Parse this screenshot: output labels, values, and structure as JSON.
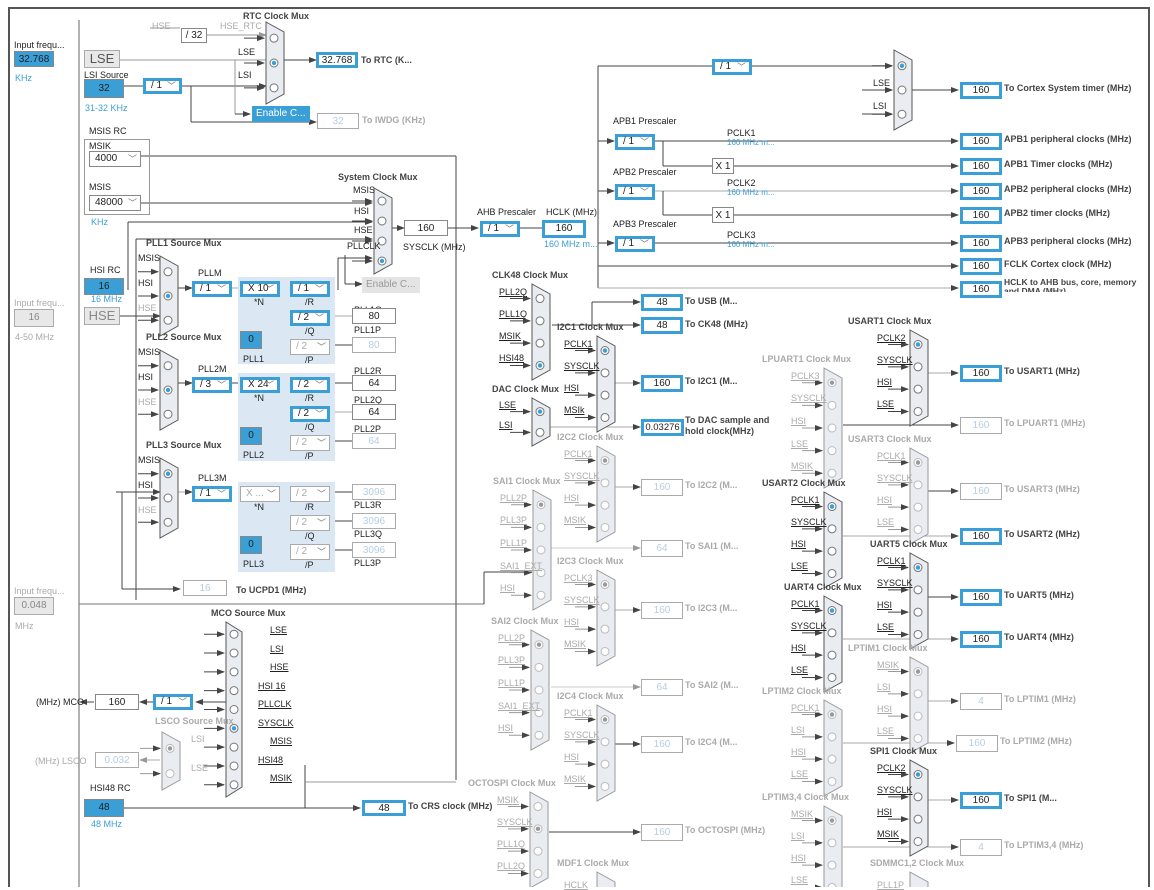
{
  "window": {
    "title": "Clock Configuration"
  },
  "left": {
    "lse_input": {
      "label": "Input frequ...",
      "value": "32.768",
      "unit": "KHz"
    },
    "lse_label": "LSE",
    "lsi_source": {
      "label": "LSI Source",
      "value": "32",
      "range": "31-32 KHz"
    },
    "msis_rc": {
      "label": "MSIS RC",
      "msik_label": "MSIK",
      "msik_value": "4000",
      "msis_label": "MSIS",
      "msis_value": "48000",
      "unit": "KHz"
    },
    "hsi_rc": {
      "label": "HSI RC",
      "value": "16",
      "freq": "16 MHz"
    },
    "hse_input": {
      "label": "Input frequ...",
      "value": "16",
      "range": "4-50 MHz"
    },
    "hse_label": "HSE",
    "lse_ext_input": {
      "label": "Input frequ...",
      "value": "0.048",
      "unit": "MHz"
    },
    "hsi48_rc": {
      "label": "HSI48 RC",
      "value": "48",
      "freq": "48 MHz"
    }
  },
  "rtc": {
    "title": "RTC Clock Mux",
    "hse_label": "HSE",
    "div32": "/ 32",
    "hse_rtc": "HSE_RTC",
    "lse_in": "LSE",
    "lsi_in": "LSI",
    "lsi_div": "/ 1",
    "enable_button": "Enable C...",
    "rtc_out": {
      "value": "32.768",
      "label": "To RTC (K..."
    },
    "iwdg_out": {
      "value": "32",
      "label": "To IWDG (KHz)"
    }
  },
  "sysclk": {
    "title": "System Clock Mux",
    "inputs": [
      "MSIS",
      "HSI",
      "HSE",
      "PLLCLK"
    ],
    "selected": "PLLCLK",
    "value": "160",
    "label": "SYSCLK (MHz)",
    "enable_button": "Enable C..."
  },
  "pll1": {
    "title": "PLL1 Source Mux",
    "inputs": [
      "MSIS",
      "HSI",
      "HSE"
    ],
    "selected": "HSI",
    "m_label": "PLLM",
    "m": "/ 1",
    "n": "X 10",
    "n_label": "*N",
    "r": "/ 1",
    "r_label": "/R",
    "q": "/ 2",
    "q_label": "/Q",
    "p": "/ 2",
    "p_label": "/P",
    "frac": "0",
    "name": "PLL1",
    "q_out": {
      "label": "PLL1Q",
      "value": "80"
    },
    "p_out": {
      "label": "PLL1P",
      "value": "80"
    }
  },
  "pll2": {
    "title": "PLL2 Source Mux",
    "inputs": [
      "MSIS",
      "HSI",
      "HSE"
    ],
    "selected": "HSI",
    "m_label": "PLL2M",
    "m": "/ 3",
    "n": "X 24",
    "n_label": "*N",
    "r": "/ 2",
    "r_label": "/R",
    "q": "/ 2",
    "q_label": "/Q",
    "p": "/ 2",
    "p_label": "/P",
    "frac": "0",
    "name": "PLL2",
    "r_out": {
      "label": "PLL2R",
      "value": "64"
    },
    "q_out": {
      "label": "PLL2Q",
      "value": "64"
    },
    "p_out": {
      "label": "PLL2P",
      "value": "64"
    }
  },
  "pll3": {
    "title": "PLL3 Source Mux",
    "inputs": [
      "MSIS",
      "HSI",
      "HSE"
    ],
    "selected": "MSIS",
    "m_label": "PLL3M",
    "m": "/ 1",
    "n": "X ...",
    "n_label": "*N",
    "r": "/ 2",
    "r_label": "/R",
    "q": "/ 2",
    "q_label": "/Q",
    "p": "/ 2",
    "p_label": "/P",
    "frac": "0",
    "name": "PLL3",
    "r_out": {
      "label": "PLL3R",
      "value": "3096"
    },
    "q_out": {
      "label": "PLL3Q",
      "value": "3096"
    },
    "p_out": {
      "label": "PLL3P",
      "value": "3096"
    }
  },
  "ucpd": {
    "value": "16",
    "label": "To UCPD1 (MHz)"
  },
  "mco": {
    "title": "MCO Source Mux",
    "inputs": [
      "LSE",
      "LSI",
      "HSE",
      "HSI 16",
      "PLLCLK",
      "SYSCLK",
      "MSIS",
      "HSI48",
      "MSIK"
    ],
    "selected": "SYSCLK",
    "div": "/ 1",
    "value": "160",
    "out_label": "(MHz) MCO"
  },
  "lsco": {
    "title": "LSCO Source Mux",
    "inputs": [
      "LSI",
      "LSE"
    ],
    "value": "0.032",
    "out_label": "(MHz) LSCO"
  },
  "crs": {
    "value": "48",
    "label": "To CRS clock (MHz)"
  },
  "ahb": {
    "label": "AHB Prescaler",
    "div": "/ 1",
    "hclk_label": "HCLK (MHz)",
    "hclk": "160",
    "hclk_max": "160 MHz m..."
  },
  "apb": [
    {
      "label": "APB1 Prescaler",
      "div": "/ 1",
      "pclk": "PCLK1",
      "max": "160 MHz m..."
    },
    {
      "label": "APB2 Prescaler",
      "div": "/ 1",
      "pclk": "PCLK2",
      "max": "160 MHz m..."
    },
    {
      "label": "APB3 Prescaler",
      "div": "/ 1",
      "pclk": "PCLK3",
      "max": "160 MHz m..."
    }
  ],
  "timer_mult": [
    "X 1",
    "X 1"
  ],
  "systick": {
    "div": "/ 1",
    "inputs": [
      "",
      "LSE",
      "LSI"
    ]
  },
  "outputs_right": [
    {
      "value": "160",
      "label": "To Cortex System timer (MHz)"
    },
    {
      "value": "160",
      "label": "APB1 peripheral clocks (MHz)"
    },
    {
      "value": "160",
      "label": "APB1 Timer clocks (MHz)"
    },
    {
      "value": "160",
      "label": "APB2 peripheral clocks (MHz)"
    },
    {
      "value": "160",
      "label": "APB2 timer clocks (MHz)"
    },
    {
      "value": "160",
      "label": "APB3 peripheral clocks (MHz)"
    },
    {
      "value": "160",
      "label": "FCLK Cortex clock (MHz)"
    },
    {
      "value": "160",
      "label": "HCLK to AHB bus, core, memory and DMA (MHz)"
    }
  ],
  "clk48": {
    "title": "CLK48 Clock Mux",
    "inputs": [
      "PLL2Q",
      "PLL1Q",
      "MSIK",
      "HSI48"
    ],
    "usb": {
      "value": "48",
      "label": "To USB (M..."
    },
    "ck48": {
      "value": "48",
      "label": "To CK48 (MHz)"
    }
  },
  "dac": {
    "title": "DAC Clock Mux",
    "inputs": [
      "LSE",
      "LSI"
    ],
    "value": "0.03276",
    "label": "To DAC sample and hold clock(MHz)"
  },
  "i2c1": {
    "title": "I2C1 Clock Mux",
    "inputs": [
      "PCLK1",
      "SYSCLK",
      "HSI",
      "MSIk"
    ],
    "value": "160",
    "label": "To I2C1 (M..."
  },
  "i2c2": {
    "title": "I2C2 Clock Mux",
    "inputs": [
      "PCLK1",
      "SYSCLK",
      "HSI",
      "MSIK"
    ],
    "value": "160",
    "label": "To I2C2 (M..."
  },
  "sai1": {
    "title": "SAI1 Clock Mux",
    "inputs": [
      "PLL2P",
      "PLL3P",
      "PLL1P",
      "SAI1_EXT",
      "HSI"
    ],
    "value": "64",
    "label": "To SAI1 (M..."
  },
  "i2c3": {
    "title": "I2C3 Clock Mux",
    "inputs": [
      "PCLK3",
      "SYSCLK",
      "HSI",
      "MSIK"
    ],
    "value": "160",
    "label": "To I2C3 (M..."
  },
  "sai2": {
    "title": "SAI2 Clock Mux",
    "inputs": [
      "PLL2P",
      "PLL3P",
      "PLL1P",
      "SAI1_EXT",
      "HSI"
    ],
    "value": "64",
    "label": "To SAI2 (M..."
  },
  "i2c4": {
    "title": "I2C4 Clock Mux",
    "inputs": [
      "PCLK1",
      "SYSCLK",
      "HSI",
      "MSIK"
    ],
    "value": "160",
    "label": "To I2C4 (M..."
  },
  "octospi": {
    "title": "OCTOSPI Clock Mux",
    "inputs": [
      "MSIK",
      "SYSCLK",
      "PLL1Q",
      "PLL2Q"
    ],
    "value": "160",
    "label": "To OCTOSPI (MHz)"
  },
  "mdf1": {
    "title": "MDF1 Clock Mux",
    "inputs": [
      "HCLK"
    ]
  },
  "usart1": {
    "title": "USART1 Clock Mux",
    "inputs": [
      "PCLK2",
      "SYSCLK",
      "HSI",
      "LSE"
    ],
    "value": "160",
    "label": "To USART1 (MHz)"
  },
  "lpuart1": {
    "title": "LPUART1 Clock Mux",
    "inputs": [
      "PCLK3",
      "SYSCLK",
      "HSI",
      "LSE",
      "MSIK"
    ],
    "value": "160",
    "label": "To LPUART1 (MHz)"
  },
  "usart3": {
    "title": "USART3 Clock Mux",
    "inputs": [
      "PCLK1",
      "SYSCLK",
      "HSI",
      "LSE"
    ],
    "value": "160",
    "label": "To USART3 (MHz)"
  },
  "usart2": {
    "title": "USART2 Clock Mux",
    "inputs": [
      "PCLK1",
      "SYSCLK",
      "HSI",
      "LSE"
    ],
    "value": "160",
    "label": "To USART2 (MHz)"
  },
  "uart5": {
    "title": "UART5 Clock Mux",
    "inputs": [
      "PCLK1",
      "SYSCLK",
      "HSI",
      "LSE"
    ],
    "value": "160",
    "label": "To UART5 (MHz)"
  },
  "uart4": {
    "title": "UART4 Clock Mux",
    "inputs": [
      "PCLK1",
      "SYSCLK",
      "HSI",
      "LSE"
    ],
    "value": "160",
    "label": "To UART4 (MHz)"
  },
  "lptim1": {
    "title": "LPTIM1 Clock Mux",
    "inputs": [
      "MSIK",
      "LSI",
      "HSI",
      "LSE"
    ],
    "value": "4",
    "label": "To LPTIM1 (MHz)"
  },
  "lptim2": {
    "title": "LPTIM2 Clock Mux",
    "inputs": [
      "PCLK1",
      "LSI",
      "HSI",
      "LSE"
    ],
    "value": "160",
    "label": "To LPTIM2 (MHz)"
  },
  "spi1": {
    "title": "SPI1 Clock Mux",
    "inputs": [
      "PCLK2",
      "SYSCLK",
      "HSI",
      "MSIK"
    ],
    "value": "160",
    "label": "To SPI1 (M..."
  },
  "lptim34": {
    "title": "LPTIM3,4 Clock Mux",
    "inputs": [
      "MSIK",
      "LSI",
      "HSI",
      "LSE"
    ],
    "value": "4",
    "label": "To LPTIM3,4 (MHz)"
  },
  "sdmmc": {
    "title": "SDMMC1,2 Clock Mux",
    "inputs": [
      "PLL1P"
    ]
  }
}
